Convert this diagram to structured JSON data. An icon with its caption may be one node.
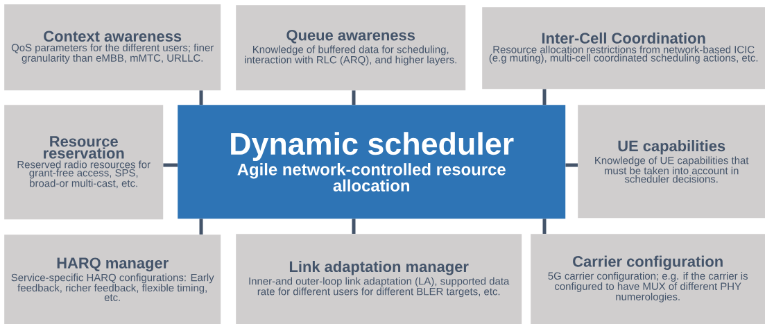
{
  "diagram": {
    "nodes": [
      {
        "text": [
          "Dynamic scheduler",
          "Agile network-controlled resource allocation"
        ]
      },
      {
        "text": [
          "Context awareness",
          "QoS parameters for the different users; finer granularity than eMBB, mMTC, URLLC."
        ]
      },
      {
        "text": [
          "Queue awareness",
          "Knowledge of buffered data for scheduling, interaction with RLC (ARQ), and higher layers."
        ]
      },
      {
        "text": [
          "Inter-Cell Coordination",
          "Resource allocation restrictions from network-based ICIC (e.g muting), multi-cell coordinated scheduling actions, etc."
        ]
      },
      {
        "text": [
          "Resource reservation",
          "Reserved radio resources for grant-free access, SPS, broad-or multi-cast, etc."
        ]
      },
      {
        "text": [
          "UE capabilities",
          "Knowledge of UE capabilities that must be taken into account in scheduler decisions."
        ]
      },
      {
        "text": [
          "HARQ manager",
          "Service-specific HARQ configurations: Early feedback, richer feedback, flexible timing, etc."
        ]
      },
      {
        "text": [
          "Link adaptation manager",
          "Inner-and outer-loop link adaptation (LA), supported data rate for different users for different BLER targets, etc."
        ]
      },
      {
        "text": [
          "Carrier configuration",
          "5G carrier configuration; e.g. if the carrier is configured to have MUX of different PHY numerologies."
        ]
      }
    ],
    "edges": [
      {
        "from": 1,
        "to": 0,
        "arrow": "none"
      },
      {
        "from": 2,
        "to": 0,
        "arrow": "none"
      },
      {
        "from": 3,
        "to": 0,
        "arrow": "none"
      },
      {
        "from": 4,
        "to": 0,
        "arrow": "none"
      },
      {
        "from": 5,
        "to": 0,
        "arrow": "none"
      },
      {
        "from": 6,
        "to": 0,
        "arrow": "none"
      },
      {
        "from": 7,
        "to": 0,
        "arrow": "none"
      },
      {
        "from": 8,
        "to": 0,
        "arrow": "none"
      }
    ]
  }
}
